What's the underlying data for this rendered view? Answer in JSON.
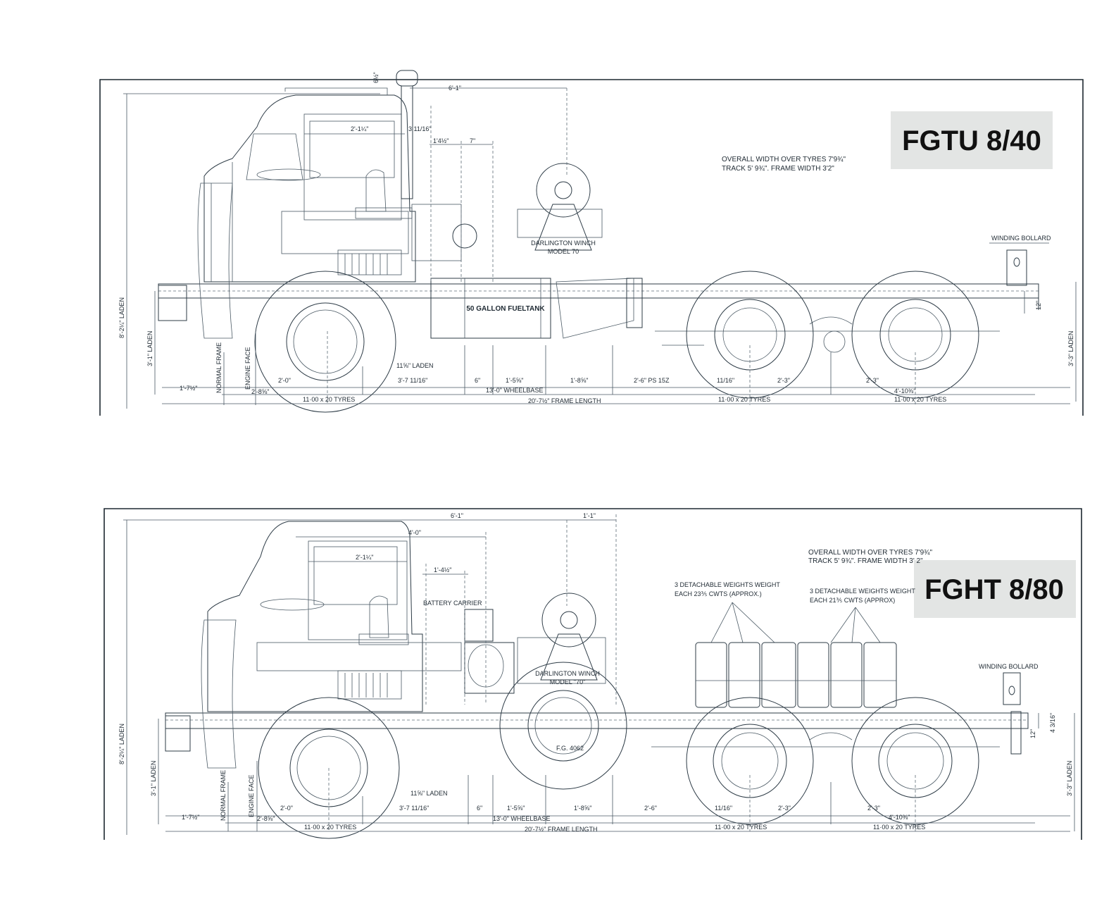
{
  "drawings": [
    {
      "model": "FGTU 8/40",
      "overall_width": "OVERALL WIDTH OVER TYRES 7'9¾\"",
      "track_frame": "TRACK 5' 9¾\". FRAME WIDTH 3'2\"",
      "winch": "DARLINGTON WINCH",
      "winch_model": "MODEL 70",
      "fuel_tank": "50 GALLON FUELTANK",
      "winding_bollard": "WINDING BOLLARD",
      "normal_frame": "NORMAL FRAME",
      "engine_face": "ENGINE FACE",
      "dims": {
        "top_height": "6½\"",
        "cab_to_winch": "6'-1\"",
        "cab_width": "2'-1¼\"",
        "stack": "3 11/16\"",
        "d_1_4_5": "1'4½\"",
        "d_7": "7\"",
        "overall_height": "8'-2¼\" LADEN",
        "frame_height": "3'-1\" LADEN",
        "rear_height": "3'-3\" LADEN",
        "frame_depth": "12\"",
        "front_overhang": "1'-7½\"",
        "a": "2'-8⅝\"",
        "b": "2'-0\"",
        "c": "11⅝\" LADEN",
        "d": "3'-7 11/16\"",
        "e": "6\"",
        "f": "1'-5⅝\"",
        "g": "1'-8⅝\"",
        "h": "2'-6\" PS 15Z",
        "i": "11/16\"",
        "j": "2'-3\"",
        "k": "2'-3\"",
        "l": "4'-10⅜\"",
        "wheelbase": "13'-0\" WHEELBASE",
        "frame_length": "20'-7½\" FRAME LENGTH",
        "tyres_front": "11·00 x 20 TYRES",
        "tyres_mid": "11·00 x 20 TYRES",
        "tyres_rear": "11·00 x 20 TYRES"
      }
    },
    {
      "model": "FGHT 8/80",
      "overall_width": "OVERALL WIDTH OVER TYRES 7'9¾\"",
      "track_frame": "TRACK 5' 9¾\". FRAME WIDTH 3' 2\"",
      "winch": "DARLINGTON WINCH",
      "winch_model": "MODEL \"70\"",
      "battery_carrier": "BATTERY CARRIER",
      "weights_1": "3 DETACHABLE WEIGHTS WEIGHT",
      "weights_1b": "EACH 23⅗ CWTS (APPROX.)",
      "weights_2": "3 DETACHABLE WEIGHTS WEIGHT",
      "weights_2b": "EACH 21⅗ CWTS (APPROX)",
      "winding_bollard": "WINDING BOLLARD",
      "fg": "F.G. 4062",
      "normal_frame": "NORMAL FRAME",
      "engine_face": "ENGINE FACE",
      "dims": {
        "cab_to_winch": "6'-1\"",
        "winch_offset": "1'-1\"",
        "d_4_0": "4'-0\"",
        "cab_width": "2'-1¼\"",
        "d_1_4_5": "1'-4½\"",
        "overall_height": "8'-2¼\" LADEN",
        "frame_height": "3'-1\" LADEN",
        "rear_height": "3'-3\" LADEN",
        "bollard_dim": "4 3/16\"",
        "frame_depth": "12\"",
        "front_overhang": "1'-7½\"",
        "a": "2'-8⅝\"",
        "b": "2'-0\"",
        "c": "11⅝\" LADEN",
        "d": "3'-7 11/16\"",
        "e": "6\"",
        "f": "1'-5⅝\"",
        "g": "1'-8⅝\"",
        "h": "2'-6\"",
        "i": "11/16\"",
        "j": "2'-3\"",
        "k": "2'-3\"",
        "l": "4'-10⅜\"",
        "wheelbase": "13'-0\" WHEELBASE",
        "frame_length": "20'-7½\" FRAME LENGTH",
        "tyres_front": "11·00 x 20 TYRES",
        "tyres_mid": "11·00 x 20 TYRES",
        "tyres_rear": "11·00 x 20 TYRES"
      }
    }
  ]
}
